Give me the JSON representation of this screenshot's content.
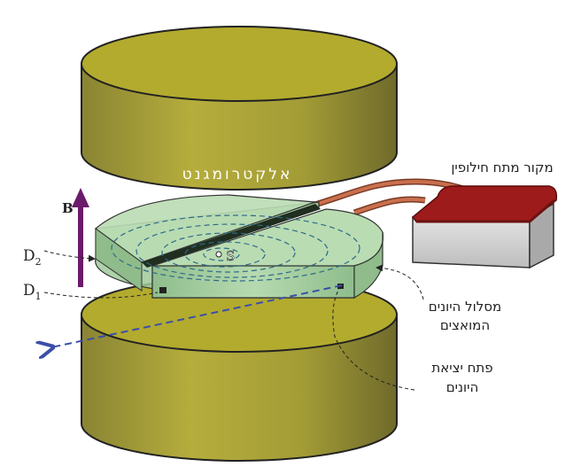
{
  "labels": {
    "electromagnet": "אלקטרומגנט",
    "ac_source": "מקור מתח חילופין",
    "ion_path_line1": "מסלול היונים",
    "ion_path_line2": "המואצים",
    "exit_line1": "פתח יציאת",
    "exit_line2": "היונים",
    "field": "B",
    "dee2": "D",
    "dee2_sub": "2",
    "dee1": "D",
    "dee1_sub": "1",
    "source": "S"
  },
  "colors": {
    "magnet_body": "#a9a237",
    "magnet_top": "#b3ab2e",
    "dee_fill": "#a9cfa3",
    "field_arrow": "#6a1b6b",
    "ion_path": "#3b4fa8",
    "box_top": "#9e1b1b",
    "box_side": "#d9d9d9",
    "wire": "#b85a3e"
  }
}
